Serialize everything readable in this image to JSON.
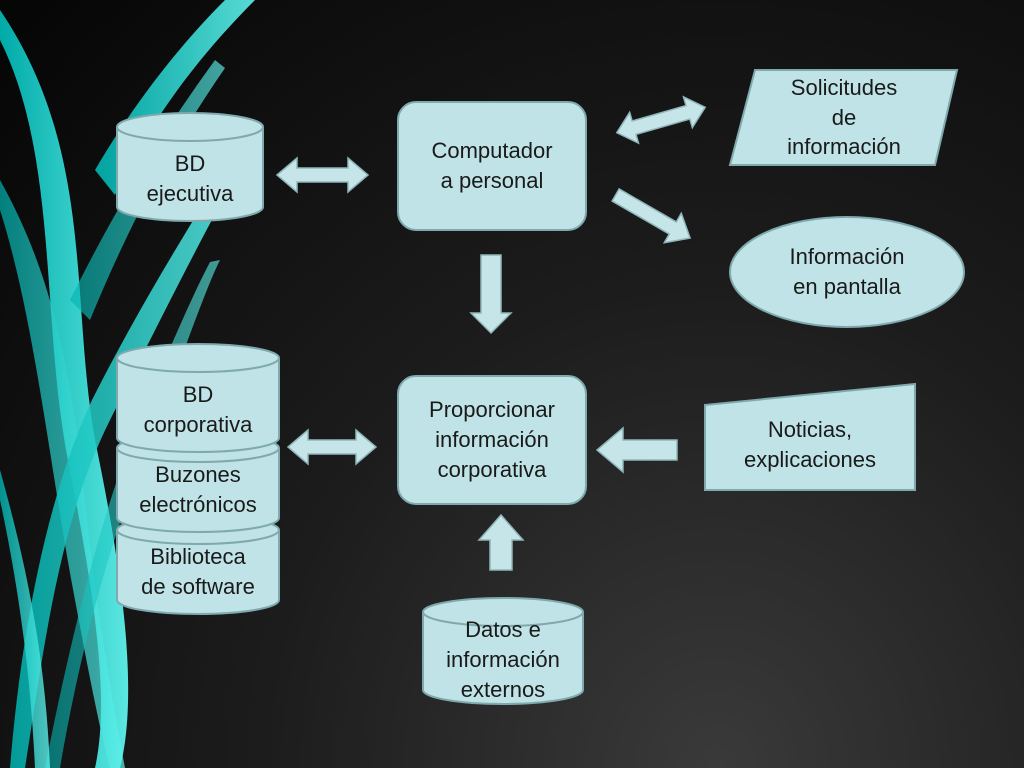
{
  "colors": {
    "shape_fill": "#bfe3e6",
    "shape_stroke": "#7fa9ad",
    "arrow_fill": "#c5e5e8",
    "accent": "#2fd6d2"
  },
  "nodes": {
    "bd_ejecutiva": "BD\nejecutiva",
    "computador": "Computador\na personal",
    "solicitudes": "Solicitudes\nde\ninformación",
    "info_pantalla": "Información\nen pantalla",
    "bd_corporativa": "BD\ncorporativa",
    "buzones": "Buzones\nelectrónicos",
    "biblioteca": "Biblioteca\nde software",
    "proporcionar": "Proporcionar\ninformación\ncorporativa",
    "noticias": "Noticias,\nexplicaciones",
    "datos_externos": "Datos e\ninformación\nexternos"
  }
}
